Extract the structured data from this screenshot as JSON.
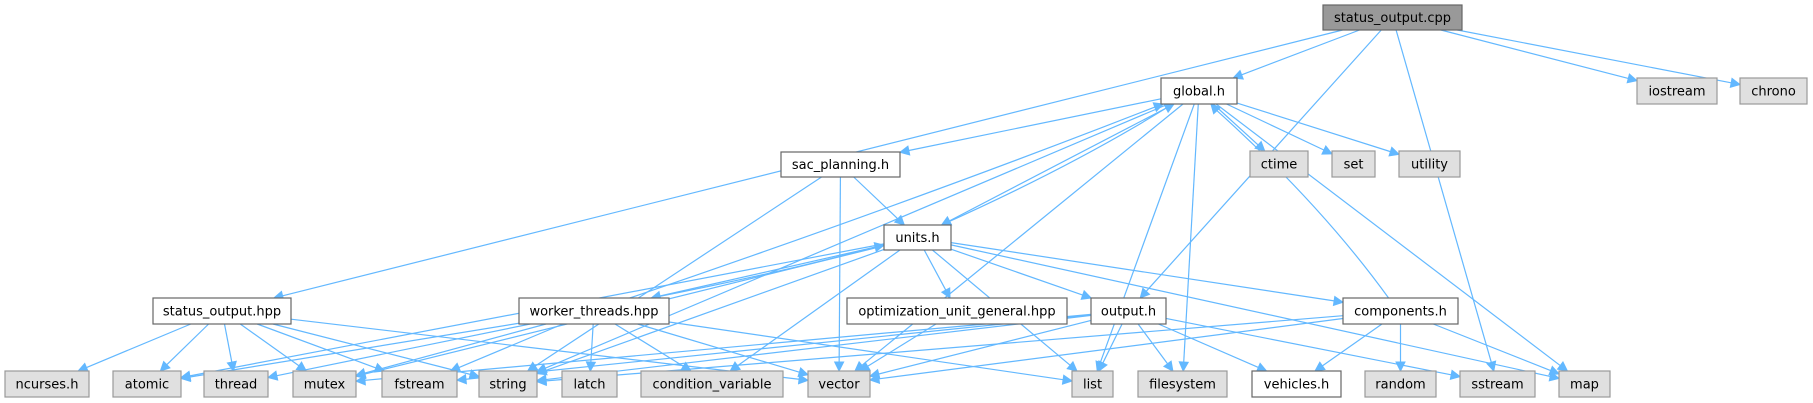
{
  "diagram": {
    "title": "status_output.cpp include dependency graph",
    "root": "status_output.cpp",
    "colors": {
      "edge": "#63b8ff",
      "root_fill": "#999999",
      "project_fill": "#ffffff",
      "system_fill": "#e0e0e0"
    },
    "nodes": [
      {
        "id": "status_output_cpp",
        "label": "status_output.cpp",
        "kind": "root"
      },
      {
        "id": "global_h",
        "label": "global.h",
        "kind": "project"
      },
      {
        "id": "iostream",
        "label": "iostream",
        "kind": "system"
      },
      {
        "id": "chrono",
        "label": "chrono",
        "kind": "system"
      },
      {
        "id": "ctime",
        "label": "ctime",
        "kind": "system"
      },
      {
        "id": "set",
        "label": "set",
        "kind": "system"
      },
      {
        "id": "utility",
        "label": "utility",
        "kind": "system"
      },
      {
        "id": "sac_planning_h",
        "label": "sac_planning.h",
        "kind": "project"
      },
      {
        "id": "units_h",
        "label": "units.h",
        "kind": "project"
      },
      {
        "id": "status_output_hpp",
        "label": "status_output.hpp",
        "kind": "project"
      },
      {
        "id": "worker_threads_hpp",
        "label": "worker_threads.hpp",
        "kind": "project"
      },
      {
        "id": "optimization_unit_general_hpp",
        "label": "optimization_unit_general.hpp",
        "kind": "project"
      },
      {
        "id": "output_h",
        "label": "output.h",
        "kind": "project"
      },
      {
        "id": "components_h",
        "label": "components.h",
        "kind": "project"
      },
      {
        "id": "ncurses_h",
        "label": "ncurses.h",
        "kind": "system"
      },
      {
        "id": "atomic",
        "label": "atomic",
        "kind": "system"
      },
      {
        "id": "thread",
        "label": "thread",
        "kind": "system"
      },
      {
        "id": "mutex",
        "label": "mutex",
        "kind": "system"
      },
      {
        "id": "fstream",
        "label": "fstream",
        "kind": "system"
      },
      {
        "id": "string",
        "label": "string",
        "kind": "system"
      },
      {
        "id": "latch",
        "label": "latch",
        "kind": "system"
      },
      {
        "id": "condition_variable",
        "label": "condition_variable",
        "kind": "system"
      },
      {
        "id": "vector",
        "label": "vector",
        "kind": "system"
      },
      {
        "id": "list",
        "label": "list",
        "kind": "system"
      },
      {
        "id": "filesystem",
        "label": "filesystem",
        "kind": "system"
      },
      {
        "id": "vehicles_h",
        "label": "vehicles.h",
        "kind": "project"
      },
      {
        "id": "random",
        "label": "random",
        "kind": "system"
      },
      {
        "id": "sstream",
        "label": "sstream",
        "kind": "system"
      },
      {
        "id": "map",
        "label": "map",
        "kind": "system"
      }
    ],
    "edges": [
      [
        "status_output_cpp",
        "global_h"
      ],
      [
        "status_output_cpp",
        "iostream"
      ],
      [
        "status_output_cpp",
        "chrono"
      ],
      [
        "status_output_cpp",
        "status_output_hpp"
      ],
      [
        "status_output_cpp",
        "output_h"
      ],
      [
        "status_output_cpp",
        "sstream"
      ],
      [
        "global_h",
        "ctime"
      ],
      [
        "global_h",
        "set"
      ],
      [
        "global_h",
        "utility"
      ],
      [
        "global_h",
        "sac_planning_h"
      ],
      [
        "global_h",
        "units_h"
      ],
      [
        "global_h",
        "string"
      ],
      [
        "global_h",
        "vector"
      ],
      [
        "global_h",
        "list"
      ],
      [
        "global_h",
        "filesystem"
      ],
      [
        "global_h",
        "map"
      ],
      [
        "sac_planning_h",
        "units_h"
      ],
      [
        "sac_planning_h",
        "string"
      ],
      [
        "sac_planning_h",
        "vector"
      ],
      [
        "units_h",
        "global_h"
      ],
      [
        "units_h",
        "worker_threads_hpp"
      ],
      [
        "units_h",
        "optimization_unit_general_hpp"
      ],
      [
        "units_h",
        "output_h"
      ],
      [
        "units_h",
        "components_h"
      ],
      [
        "units_h",
        "atomic"
      ],
      [
        "units_h",
        "mutex"
      ],
      [
        "units_h",
        "string"
      ],
      [
        "units_h",
        "condition_variable"
      ],
      [
        "units_h",
        "list"
      ],
      [
        "units_h",
        "map"
      ],
      [
        "status_output_hpp",
        "ncurses_h"
      ],
      [
        "status_output_hpp",
        "atomic"
      ],
      [
        "status_output_hpp",
        "thread"
      ],
      [
        "status_output_hpp",
        "mutex"
      ],
      [
        "status_output_hpp",
        "fstream"
      ],
      [
        "status_output_hpp",
        "string"
      ],
      [
        "status_output_hpp",
        "vector"
      ],
      [
        "worker_threads_hpp",
        "global_h"
      ],
      [
        "worker_threads_hpp",
        "units_h"
      ],
      [
        "worker_threads_hpp",
        "atomic"
      ],
      [
        "worker_threads_hpp",
        "thread"
      ],
      [
        "worker_threads_hpp",
        "mutex"
      ],
      [
        "worker_threads_hpp",
        "fstream"
      ],
      [
        "worker_threads_hpp",
        "latch"
      ],
      [
        "worker_threads_hpp",
        "condition_variable"
      ],
      [
        "worker_threads_hpp",
        "vector"
      ],
      [
        "worker_threads_hpp",
        "list"
      ],
      [
        "optimization_unit_general_hpp",
        "vector"
      ],
      [
        "output_h",
        "string"
      ],
      [
        "output_h",
        "mutex"
      ],
      [
        "output_h",
        "fstream"
      ],
      [
        "output_h",
        "vector"
      ],
      [
        "output_h",
        "list"
      ],
      [
        "output_h",
        "filesystem"
      ],
      [
        "output_h",
        "vehicles_h"
      ],
      [
        "output_h",
        "sstream"
      ],
      [
        "components_h",
        "global_h"
      ],
      [
        "components_h",
        "string"
      ],
      [
        "components_h",
        "vector"
      ],
      [
        "components_h",
        "vehicles_h"
      ],
      [
        "components_h",
        "random"
      ],
      [
        "components_h",
        "map"
      ]
    ]
  }
}
